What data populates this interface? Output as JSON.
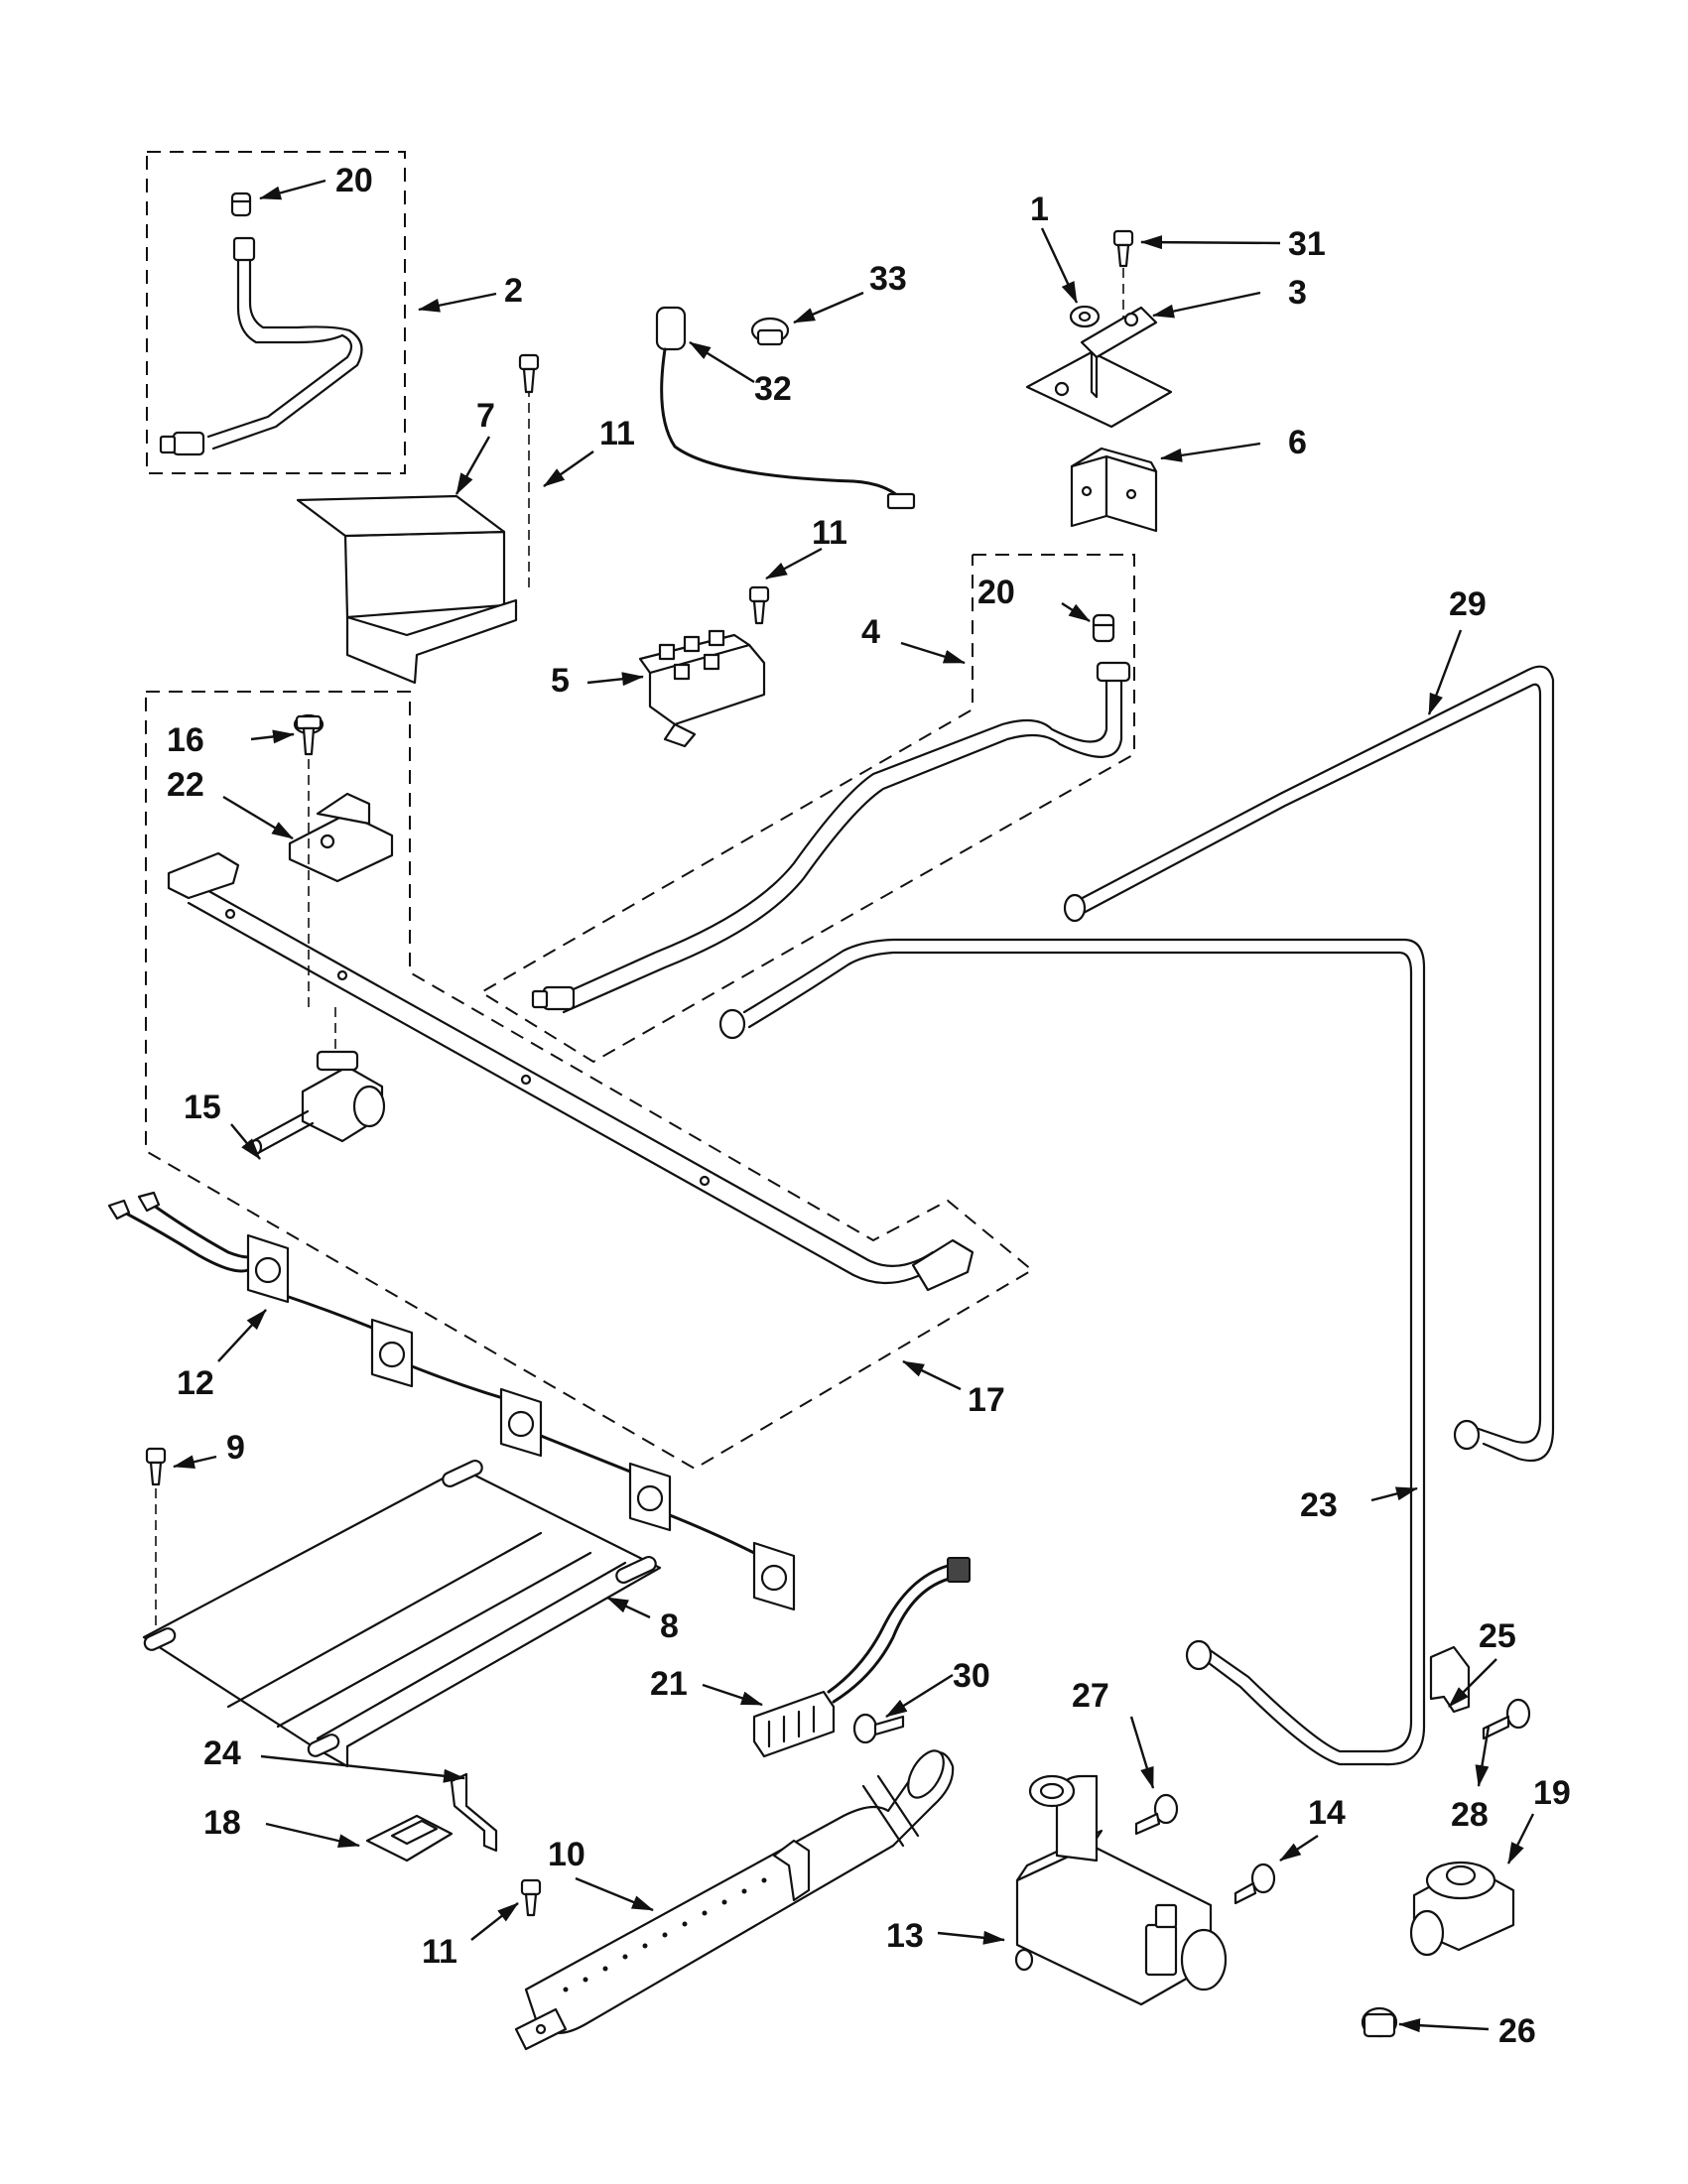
{
  "callouts": {
    "c1": "1",
    "c2": "2",
    "c3": "3",
    "c4": "4",
    "c5": "5",
    "c6": "6",
    "c7": "7",
    "c8": "8",
    "c9": "9",
    "c10": "10",
    "c11a": "11",
    "c11b": "11",
    "c11c": "11",
    "c12": "12",
    "c13": "13",
    "c14": "14",
    "c15": "15",
    "c16": "16",
    "c17": "17",
    "c18": "18",
    "c19": "19",
    "c20a": "20",
    "c20b": "20",
    "c21": "21",
    "c22": "22",
    "c23": "23",
    "c24": "24",
    "c25": "25",
    "c26": "26",
    "c27": "27",
    "c28": "28",
    "c29": "29",
    "c30": "30",
    "c31": "31",
    "c32": "32",
    "c33": "33"
  }
}
